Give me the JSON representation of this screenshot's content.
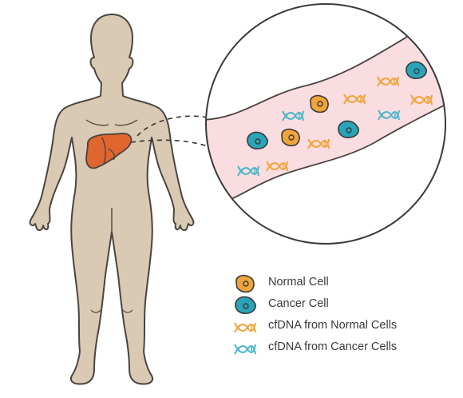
{
  "legend": {
    "items": [
      {
        "id": "normal-cell",
        "label": "Normal Cell",
        "icon": "normal-cell-icon",
        "color": "#f0a53a"
      },
      {
        "id": "cancer-cell",
        "label": "Cancer Cell",
        "icon": "cancer-cell-icon",
        "color": "#2aa4b8"
      },
      {
        "id": "cfdna-normal",
        "label": "cfDNA from Normal Cells",
        "icon": "dna-orange-icon",
        "color": "#f0a53a"
      },
      {
        "id": "cfdna-cancer",
        "label": "cfDNA from Cancer Cells",
        "icon": "dna-teal-icon",
        "color": "#49b7c9"
      }
    ]
  },
  "colors": {
    "body": "#dacab3",
    "body_outline": "#4a4440",
    "liver": "#e0652f",
    "vessel": "#f9dde0",
    "normal_cell": "#f0a53a",
    "cancer_cell": "#2aa4b8",
    "dna_normal": "#f0a53a",
    "dna_cancer": "#49b7c9"
  }
}
